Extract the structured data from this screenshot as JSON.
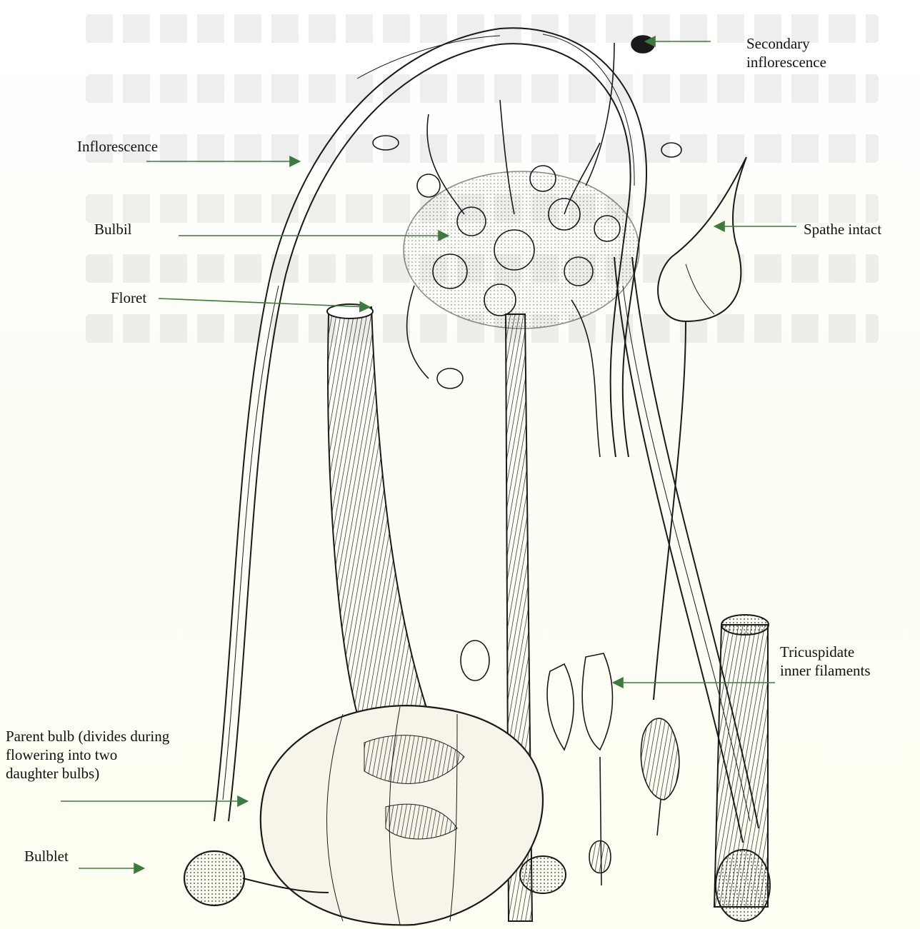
{
  "labels": {
    "secondary_inflorescence": "Secondary inflorescence",
    "inflorescence": "Inflorescence",
    "bulbil": "Bulbil",
    "spathe_intact": "Spathe intact",
    "floret": "Floret",
    "tricuspidate_inner_filaments": "Tricuspidate inner filaments",
    "parent_bulb": "Parent bulb (divides during flowering into two daughter bulbs)",
    "bulblet": "Bulblet"
  },
  "colors": {
    "arrow": "#3d7a3d",
    "ink": "#1a1a1a",
    "paper": "#fffef2"
  }
}
